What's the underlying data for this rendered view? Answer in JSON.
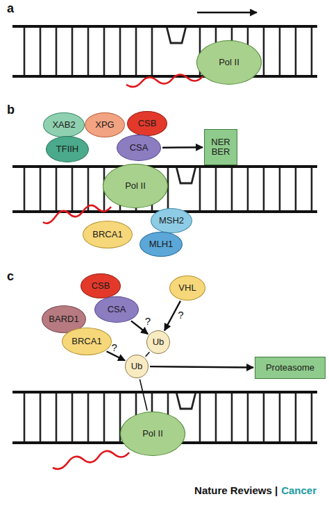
{
  "diagram": {
    "nodes": [
      {
        "text": [
          "Pol II"
        ]
      },
      {
        "text": [
          "XAB2"
        ]
      },
      {
        "text": [
          "XPG"
        ]
      },
      {
        "text": [
          "CSB"
        ]
      },
      {
        "text": [
          "TFIIH"
        ]
      },
      {
        "text": [
          "CSA"
        ]
      },
      {
        "text": [
          "NER BER"
        ]
      },
      {
        "text": [
          "Pol II"
        ]
      },
      {
        "text": [
          "BRCA1"
        ]
      },
      {
        "text": [
          "MSH2"
        ]
      },
      {
        "text": [
          "MLH1"
        ]
      },
      {
        "text": [
          "CSB"
        ]
      },
      {
        "text": [
          "CSA"
        ]
      },
      {
        "text": [
          "BARD1"
        ]
      },
      {
        "text": [
          "BRCA1"
        ]
      },
      {
        "text": [
          "VHL"
        ]
      },
      {
        "text": [
          "Ub"
        ]
      },
      {
        "text": [
          "Ub"
        ]
      },
      {
        "text": [
          "Proteasome"
        ]
      },
      {
        "text": [
          "Pol II"
        ]
      }
    ],
    "edges": [
      {
        "from": 5,
        "to": 6,
        "arrow": "to"
      },
      {
        "from": 12,
        "to": 16,
        "label": "?",
        "arrow": "to"
      },
      {
        "from": 15,
        "to": 16,
        "label": "?",
        "arrow": "to"
      },
      {
        "from": 14,
        "to": 17,
        "label": "?",
        "arrow": "to"
      },
      {
        "from": 19,
        "to": 17,
        "arrow": "none"
      },
      {
        "from": 17,
        "to": 16,
        "arrow": "none"
      },
      {
        "from": 17,
        "to": 18,
        "arrow": "to"
      }
    ],
    "labels": [
      "a",
      "b",
      "c",
      "Nature Reviews |",
      "Cancer"
    ]
  }
}
